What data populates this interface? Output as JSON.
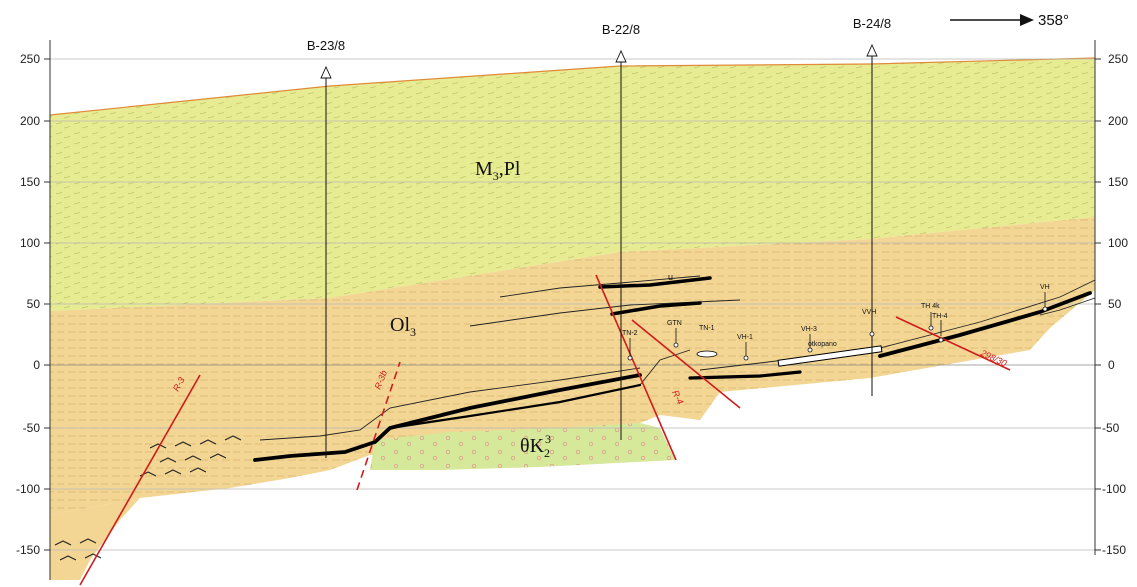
{
  "orientation": {
    "label": "358°"
  },
  "y_axis_ticks": [
    "250",
    "200",
    "150",
    "100",
    "50",
    "0",
    "-50",
    "-100",
    "-150"
  ],
  "boreholes": [
    {
      "id": "B-23/8"
    },
    {
      "id": "B-22/8"
    },
    {
      "id": "B-24/8"
    }
  ],
  "units": {
    "upper": {
      "main": "M",
      "sub": "3",
      "suffix": ",Pl"
    },
    "middle": {
      "main": "Ol",
      "sub": "3"
    },
    "lower": {
      "prefix": "θK",
      "sup": "3",
      "sub": "2"
    }
  },
  "faults": [
    "R-3",
    "R-3b",
    "R-4",
    "298/30"
  ],
  "wells_small": [
    "TN-2",
    "GTN",
    "TN-1",
    "VH-1",
    "VH-3",
    "VVH",
    "TH 4k",
    "TH-4",
    "VH"
  ],
  "layer_labels": {
    "seam_top": "u",
    "mined": "otkopano"
  },
  "colors": {
    "upper_fill": "#e7ec92",
    "middle_fill": "#f3d694",
    "lower_fill": "#d6e89a",
    "fault": "#d01c1c",
    "grid": "#b8b8b8",
    "coal": "#000000"
  }
}
